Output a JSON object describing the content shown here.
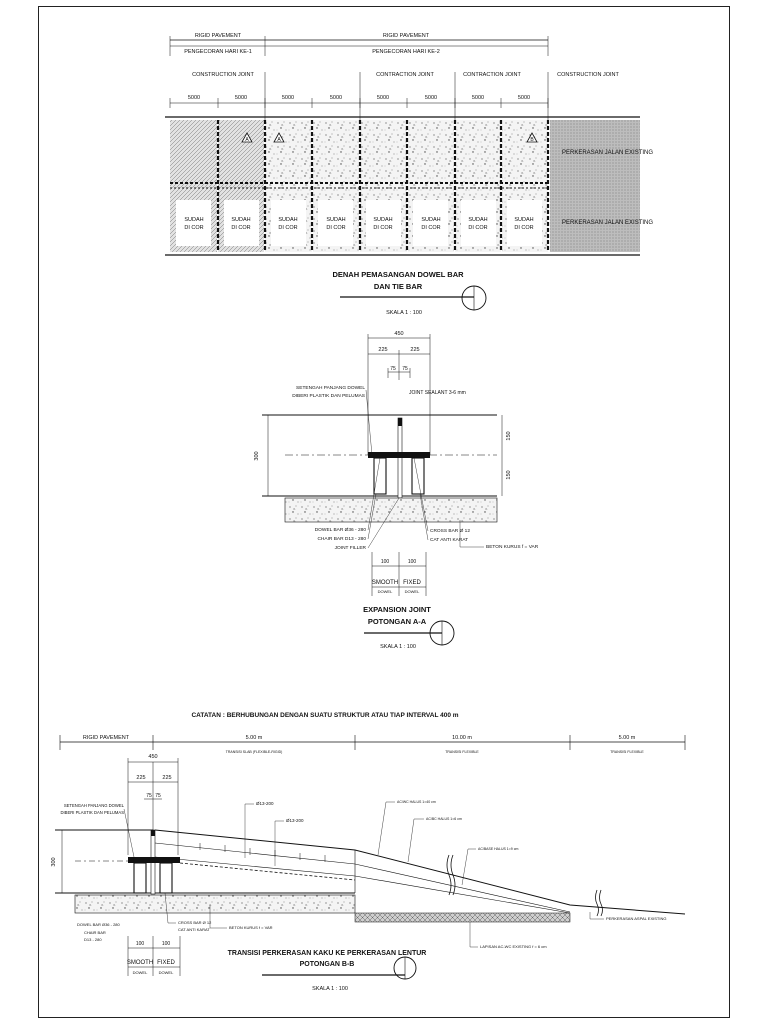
{
  "plan": {
    "top_label_1": "RIGID PAVEMENT",
    "top_label_2": "RIGID PAVEMENT",
    "day1": "PENGECORAN HARI KE-1",
    "day2": "PENGECORAN HARI KE-2",
    "joints": [
      "CONSTRUCTION JOINT",
      "CONTRACTION JOINT",
      "CONTRACTION JOINT",
      "CONSTRUCTION JOINT"
    ],
    "dims": [
      "5000",
      "5000",
      "5000",
      "5000",
      "5000",
      "5000",
      "5000",
      "5000"
    ],
    "sudah": [
      "SUDAH",
      "SUDAH",
      "SUDAH",
      "SUDAH",
      "SUDAH",
      "SUDAH",
      "SUDAH",
      "SUDAH"
    ],
    "dicor": [
      "DI COR",
      "DI COR",
      "DI COR",
      "DI COR",
      "DI COR",
      "DI COR",
      "DI COR",
      "DI COR"
    ],
    "existing_1": "PERKERASAN JALAN EXISTING",
    "existing_2": "PERKERASAN JALAN EXISTING",
    "title_1": "DENAH PEMASANGAN DOWEL BAR",
    "title_2": "DAN TIE BAR",
    "scale": "SKALA    1 : 100"
  },
  "section_a": {
    "dim_total": "450",
    "dim_left": "225",
    "dim_right": "225",
    "dim_s1": "75",
    "dim_s2": "75",
    "half_dowel_1": "SETENGAH PANJANG DOWEL",
    "half_dowel_2": "DIBERI PLASTIK DAN PELUMAS",
    "joint_sealant": "JOINT SEALANT 3-6 mm",
    "h_total": "300",
    "h_top": "150",
    "h_bot": "150",
    "dowel_bar": "DOWEL BAR Ø36 - 280",
    "chair_bar": "CHAIR BAR D13 - 280",
    "joint_filler": "JOINT FILLER",
    "cross_bar": "CROSS BAR Ø 12",
    "cat_anti_karat": "CAT ANTI KARAT",
    "beton_kurus": "BETON KURUS f = VAR",
    "w1": "100",
    "w2": "100",
    "smooth": "SMOOTH",
    "fixed": "FIXED",
    "dowel_1": "DOWEL",
    "dowel_2": "DOWEL",
    "title_1": "EXPANSION JOINT",
    "title_2": "POTONGAN A-A",
    "scale": "SKALA    1 : 100"
  },
  "section_b": {
    "note": "CATATAN : BERHUBUNGAN DENGAN SUATU STRUKTUR ATAU TIAP INTERVAL 400 m",
    "rigid": "RIGID PAVEMENT",
    "len1": "5.00 m",
    "len2": "10.00 m",
    "len3": "5.00 m",
    "sub1": "TRANSISI SLAB (FLEXIBLE-RIGID)",
    "sub2": "TRANSISI FLEXIBLE",
    "sub3": "TRANSISI FLEXIBLE",
    "dim_total": "450",
    "dim_left": "225",
    "dim_right": "225",
    "dim_s1": "75",
    "dim_s2": "75",
    "half_dowel_1": "SETENGAH PANJANG DOWEL",
    "half_dowel_2": "DIBERI PLASTIK DAN PELUMAS",
    "h_total": "300",
    "rebar_1": "Ø13-200",
    "rebar_2": "Ø13-200",
    "ac_wc": "AC/WC HALUS 1=40 cm",
    "ac_bc": "AC/BC HALUS 1=6 cm",
    "ac_base": "AC/BASE HALUS 1=9 cm",
    "dowel_bar": "DOWEL BAR Ø36 - 280",
    "chair_bar_1": "CHAIR BAR",
    "chair_bar_2": "D13 - 280",
    "cross_bar": "CROSS BAR Ø 12",
    "cat_anti_karat": "CAT ANTI KARAT",
    "beton_kurus": "BETON KURUS f = VAR",
    "existing_label": "LAPISAN AC-WC EXISTING f = 6 cm",
    "existing_flex": "PERKERASAN ASPAL EXISTING",
    "w1": "100",
    "w2": "100",
    "smooth": "SMOOTH",
    "fixed": "FIXED",
    "dowel_1": "DOWEL",
    "dowel_2": "DOWEL",
    "title_1": "TRANSISI PERKERASAN KAKU KE PERKERASAN LENTUR",
    "title_2": "POTONGAN B-B",
    "scale": "SKALA    1 : 100"
  }
}
